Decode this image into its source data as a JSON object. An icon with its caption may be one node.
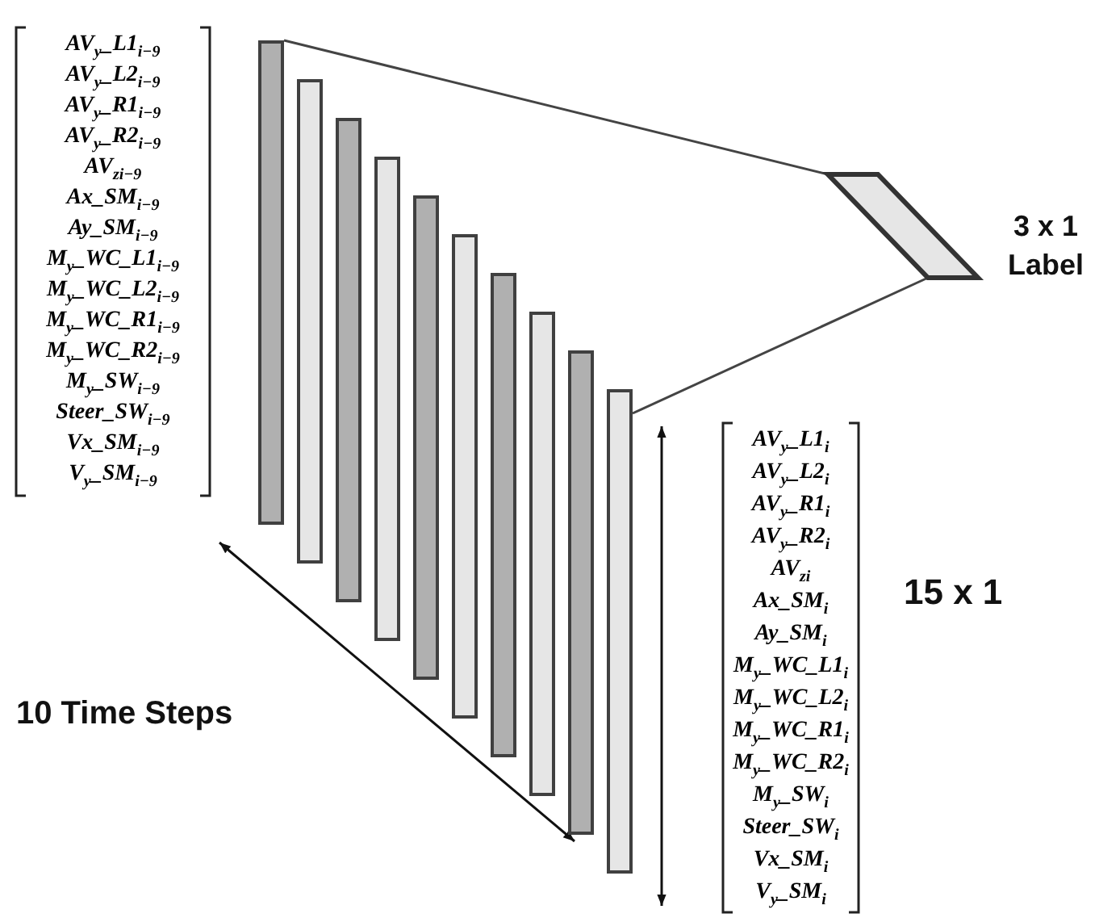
{
  "diagram": {
    "nodes": [
      {
        "text": [],
        "shape": "bar"
      },
      {
        "text": [],
        "shape": "bar"
      },
      {
        "text": [],
        "shape": "bar"
      },
      {
        "text": [],
        "shape": "bar"
      },
      {
        "text": [],
        "shape": "bar"
      },
      {
        "text": [],
        "shape": "bar"
      },
      {
        "text": [],
        "shape": "bar"
      },
      {
        "text": [],
        "shape": "bar"
      },
      {
        "text": [],
        "shape": "bar"
      },
      {
        "text": [],
        "shape": "bar"
      },
      {
        "text": [],
        "shape": "parallelogram",
        "beside": [
          "3 x 1 Label"
        ]
      }
    ],
    "edges": [
      {
        "from": 0,
        "to": 10,
        "arrow": "none"
      },
      {
        "from": 9,
        "to": 10,
        "arrow": "none"
      }
    ],
    "labels": [
      "AV$_{y}$_L1$_{i−9}$",
      "AV$_{y}$_L2$_{i−9}$",
      "AV$_{y}$_R1$_{i−9}$",
      "AV$_{y}$_R2$_{i−9}$",
      "AV$_{z}$$_{i−9}$",
      "Ax_SM$_{i−9}$",
      "Ay_SM$_{i−9}$",
      "M$_{y}$_WC_L1$_{i−9}$",
      "M$_{y}$_WC_L2$_{i−9}$",
      "M$_{y}$_WC_R1$_{i−9}$",
      "M$_{y}$_WC_R2$_{i−9}$",
      "M$_{y}$_SW$_{i−9}$",
      "Steer_SW$_{i−9}$",
      "Vx_SM$_{i−9}$",
      "V$_{y}$_SM$_{i−9}$",
      "AV$_{y}$_L1$_{i}$",
      "AV$_{y}$_L2$_{i}$",
      "AV$_{y}$_R1$_{i}$",
      "AV$_{y}$_R2$_{i}$",
      "AV$_{z}$$_{i}$",
      "Ax_SM$_{i}$",
      "Ay_SM$_{i}$",
      "M$_{y}$_WC_L1$_{i}$",
      "M$_{y}$_WC_L2$_{i}$",
      "M$_{y}$_WC_R1$_{i}$",
      "M$_{y}$_WC_R2$_{i}$",
      "M$_{y}$_SW$_{i}$",
      "Steer_SW$_{i}$",
      "Vx_SM$_{i}$",
      "V$_{y}$_SM$_{i}$",
      "15 x 1",
      "10 Time Steps"
    ]
  }
}
